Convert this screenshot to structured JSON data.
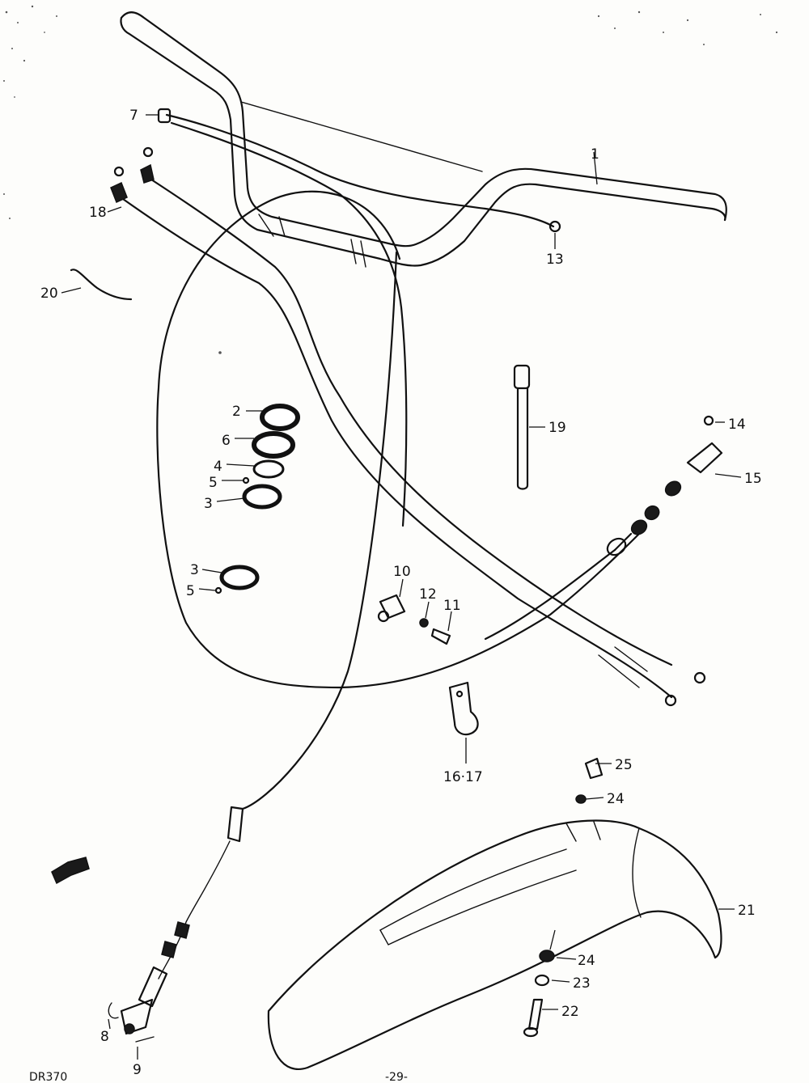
{
  "diagram": {
    "model_code": "DR370",
    "page_number": "-29-",
    "callouts": {
      "c1": "1",
      "c2": "2",
      "c3a": "3",
      "c3b": "3",
      "c4": "4",
      "c5a": "5",
      "c5b": "5",
      "c6": "6",
      "c7": "7",
      "c8": "8",
      "c9": "9",
      "c10": "10",
      "c11": "11",
      "c12": "12",
      "c13": "13",
      "c14": "14",
      "c15": "15",
      "c16_17": "16·17",
      "c18": "18",
      "c19": "19",
      "c20": "20",
      "c21": "21",
      "c22": "22",
      "c23": "23",
      "c24a": "24",
      "c24b": "24",
      "c25": "25"
    }
  }
}
